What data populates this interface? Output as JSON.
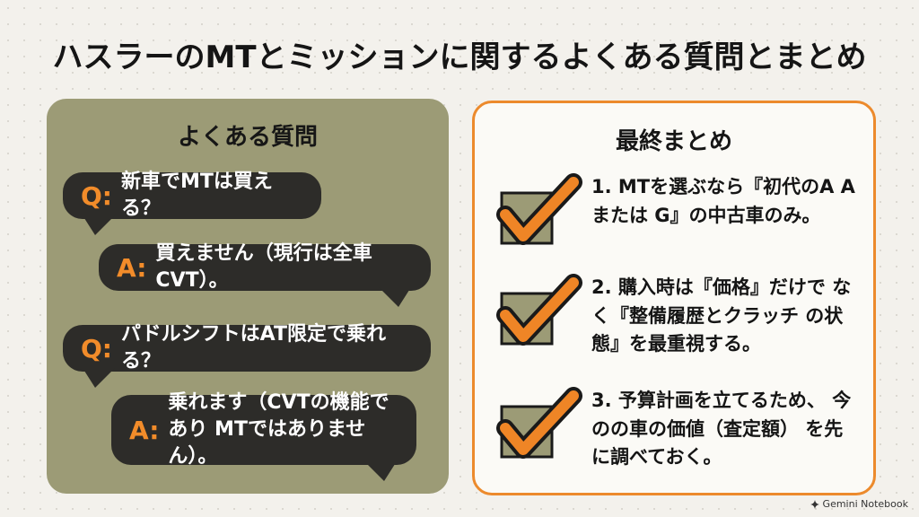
{
  "title": "ハスラーのMTとミッションに関するよくある質問とまとめ",
  "faq": {
    "heading": "よくある質問",
    "items": [
      {
        "prefix": "Q:",
        "text": "新車でMTは買える？"
      },
      {
        "prefix": "A:",
        "text": "買えません（現行は全車CVT）。"
      },
      {
        "prefix": "Q:",
        "text": "パドルシフトはAT限定で乗れる？"
      },
      {
        "prefix": "A:",
        "text": "乗れます（CVTの機能であり MTではありません）。"
      }
    ]
  },
  "summary": {
    "heading": "最終まとめ",
    "items": [
      {
        "text": "1. MTを選ぶなら『初代のA Aまたは G』の中古車のみ。"
      },
      {
        "text": "2. 購入時は『価格』だけで なく『整備履歴とクラッチ の状態』を最重視する。"
      },
      {
        "text": "3. 予算計画を立てるため、 今のの車の価値（査定額） を先に調べておく。"
      }
    ]
  },
  "brand": {
    "label": "Gemini Notebook",
    "icon": "gemini-notebook-icon"
  },
  "colors": {
    "accent": "#ec8a2c",
    "panel": "#9c9b76",
    "bubble": "#2d2c29"
  }
}
